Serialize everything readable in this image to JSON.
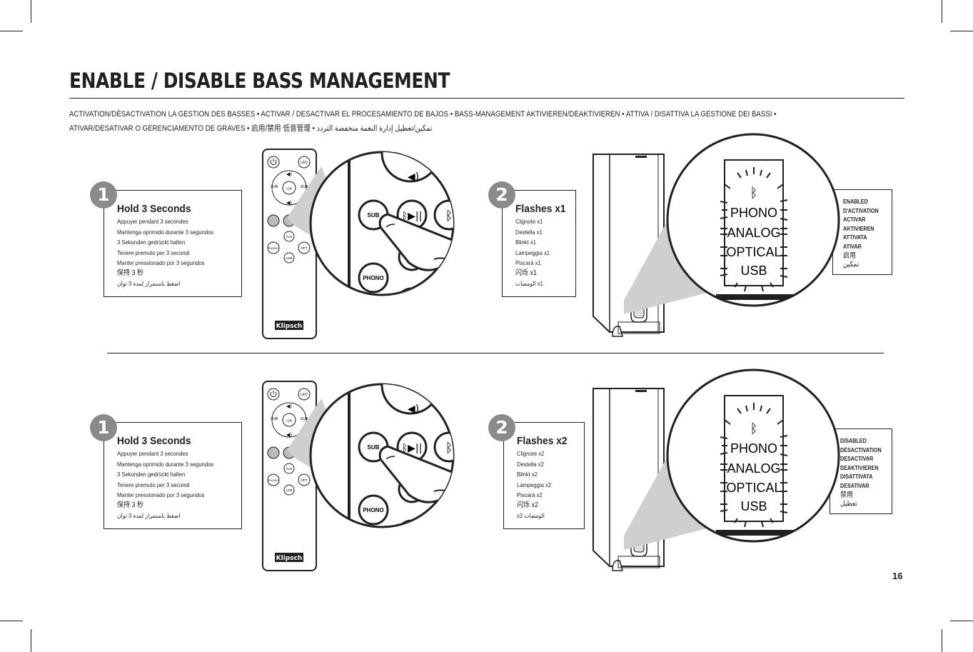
{
  "page": {
    "title": "ENABLE / DISABLE BASS MANAGEMENT",
    "subtitle": "ACTIVATION/DÉSACTIVATION LA GESTION DES BASSES • ACTIVAR / DESACTIVAR EL PROCESAMIENTO DE BAJOS • BASS-MANAGEMENT AKTIVIEREN/DEAKTIVIEREN • ATTIVA / DISATTIVA LA GESTIONE DEI BASSI • ATIVAR/DESATIVAR O GERENCIAMENTO DE GRAVES • 启用/禁用 低音管理 • تمكين/تعطيل إدارة النغمة منخفضة التردد",
    "page_number": "16"
  },
  "steps": [
    {
      "hold": {
        "number": "1",
        "heading": "Hold 3 Seconds",
        "lines": [
          "Appuyer pendant 3 secondes",
          "Mantenga oprimido durante 3 segundos",
          "3 Sekunden gedrückt halten",
          "Tenere premuto per 3 secondi",
          "Manter pressionado por 3 segundos",
          "保持 3 秒",
          "اضغط باستمرار لمدة 3 ثوان"
        ]
      },
      "flash": {
        "number": "2",
        "heading": "Flashes x1",
        "lines": [
          "Clignote x1",
          "Destella x1",
          "Blinkt x1",
          "Lampeggia x1",
          "Piscará x1",
          "闪烁 x1",
          "الومضات x1"
        ]
      },
      "state": {
        "lines": [
          "ENABLED",
          "D'ACTIVATION",
          "ACTIVAR",
          "AKTIVIEREN",
          "ATTIVATA",
          "ATIVAR",
          "启用",
          "تمكين"
        ]
      }
    },
    {
      "hold": {
        "number": "1",
        "heading": "Hold 3 Seconds",
        "lines": [
          "Appuyer pendant 3 secondes",
          "Mantenga oprimido durante 3 segundos",
          "3 Sekunden gedrückt halten",
          "Tenere premuto per 3 secondi",
          "Manter pressionado por 3 segundos",
          "保持 3 秒",
          "اضغط باستمرار لمدة 3 ثوان"
        ]
      },
      "flash": {
        "number": "2",
        "heading": "Flashes x2",
        "lines": [
          "Clignote x2",
          "Destella x2",
          "Blinkt x2",
          "Lampeggia x2",
          "Piscará x2",
          "闪烁 x2",
          "x2 الومضات"
        ]
      },
      "state": {
        "lines": [
          "DISABLED",
          "DÉSACTIVATION",
          "DESACTIVAR",
          "DEAKTIVIEREN",
          "DISATTIVATA",
          "DESATIVAR",
          "禁用",
          "تعطيل"
        ]
      }
    }
  ],
  "remote": {
    "buttons": [
      "LED",
      "SUB",
      "SUB",
      "PHONO",
      "OPT",
      "AUX",
      "USB"
    ],
    "brand": "Klipsch"
  },
  "zoom_remote": {
    "buttons": [
      "SUB",
      "PHONO"
    ]
  },
  "display": {
    "inputs": [
      "PHONO",
      "ANALOG",
      "OPTICAL",
      "USB"
    ]
  },
  "icons": [
    "power-icon",
    "volume-icon",
    "mute-icon",
    "bluetooth-icon",
    "play-pause-icon",
    "pointing-finger-icon"
  ]
}
